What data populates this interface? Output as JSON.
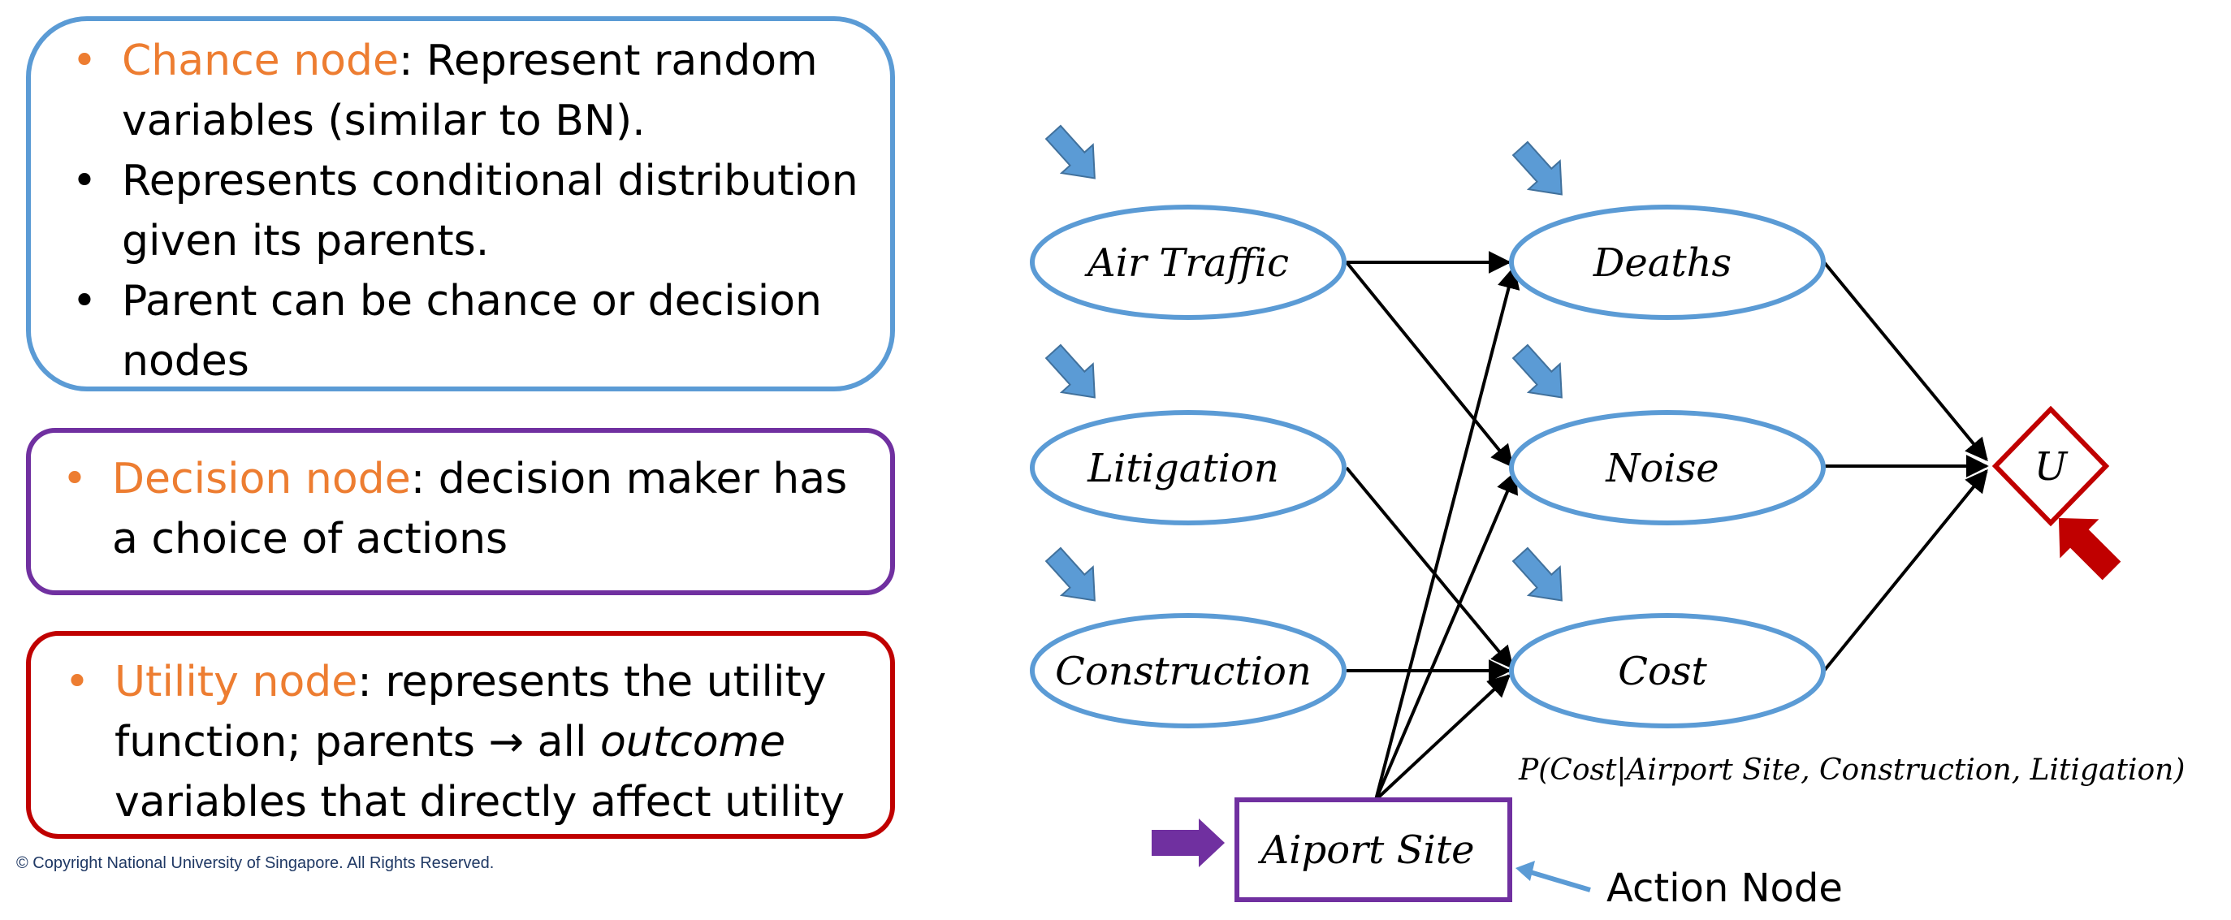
{
  "chance_box": {
    "items": [
      {
        "highlight": "Chance node",
        "text": ": Represent random variables (similar to BN)."
      },
      {
        "highlight": "",
        "text": "Represents conditional distribution given its parents."
      },
      {
        "highlight": "",
        "text": "Parent can be chance or decision nodes"
      }
    ]
  },
  "decision_box": {
    "highlight": "Decision node",
    "text": ": decision maker has a choice of actions"
  },
  "utility_box": {
    "highlight": "Utility node",
    "text_before": ": represents the utility function; parents → all ",
    "text_emphasis": "outcome",
    "text_after": " variables that directly affect utility"
  },
  "copyright": "© Copyright National University of Singapore. All Rights Reserved.",
  "diagram": {
    "nodes": {
      "air_traffic": "Air Traffic",
      "litigation": "Litigation",
      "construction": "Construction",
      "deaths": "Deaths",
      "noise": "Noise",
      "cost": "Cost",
      "utility": "U",
      "airport_site": "Aiport Site"
    },
    "formula": "P(Cost|Airport Site, Construction, Litigation)",
    "action_label": "Action Node"
  },
  "colors": {
    "chance": "#5b9bd5",
    "decision": "#7030a0",
    "utility": "#c00000",
    "highlight": "#ed7d31"
  }
}
